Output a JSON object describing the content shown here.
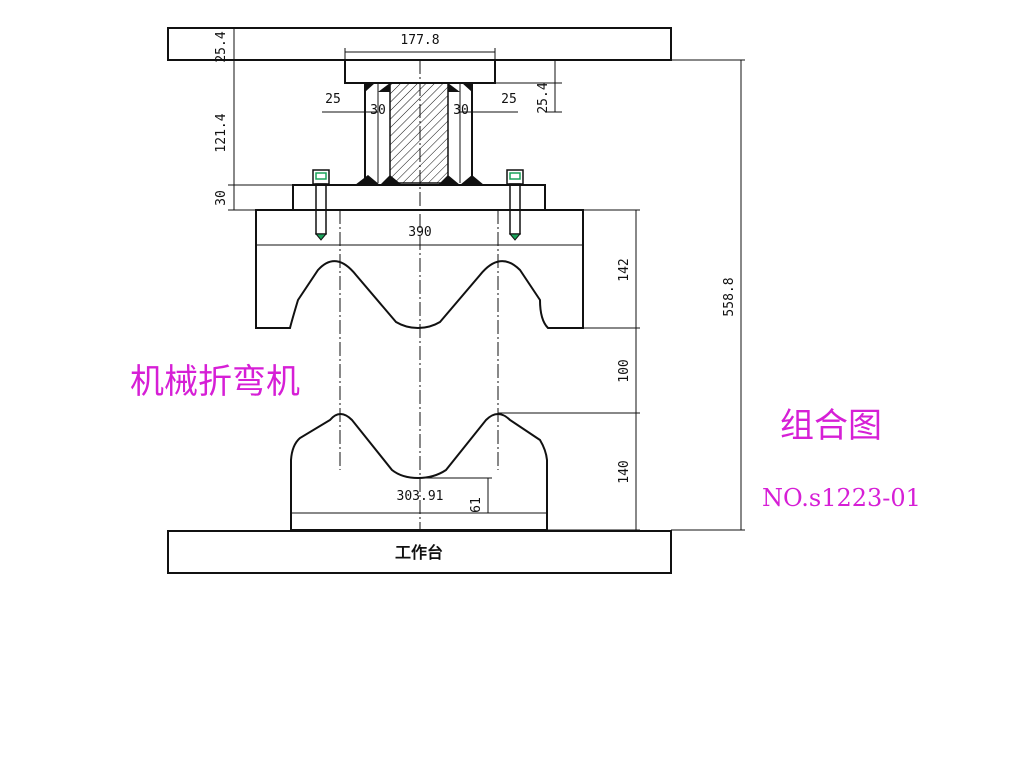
{
  "dimensions": {
    "top_plate_thickness": "25.4",
    "punch_width": "177.8",
    "side_left": "25",
    "side_right": "25",
    "chamfer_left": "30",
    "chamfer_right": "30",
    "right_plate": "25.4",
    "punch_height": "121.4",
    "clamp_height": "30",
    "upper_die_width": "390",
    "upper_die_height": "142",
    "die_gap": "100",
    "lower_die_height": "140",
    "lower_die_width": "303.91",
    "lower_depth": "61",
    "overall_height": "558.8"
  },
  "labels": {
    "workbench": "工作台",
    "machine_name": "机械折弯机",
    "drawing_name": "组合图",
    "drawing_number": "NO.s1223-01"
  },
  "colors": {
    "title": "#d61fd6",
    "line": "#111111",
    "bolt_head": "#1aa35a"
  }
}
